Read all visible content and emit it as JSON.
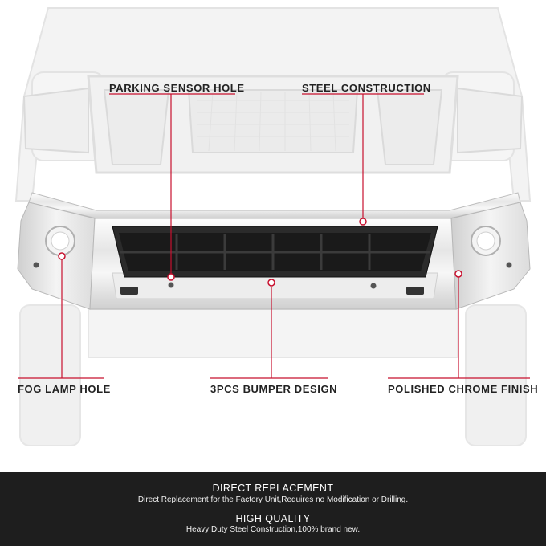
{
  "callouts": {
    "parking_sensor": "PARKING SENSOR HOLE",
    "steel": "STEEL CONSTRUCTION",
    "fog_lamp": "FOG LAMP HOLE",
    "three_piece": "3PCS BUMPER DESIGN",
    "chrome": "POLISHED CHROME FINISH"
  },
  "features": [
    {
      "title": "DIRECT REPLACEMENT",
      "description": "Direct Replacement for the Factory Unit,Requires no Modification or Drilling."
    },
    {
      "title": "HIGH QUALITY",
      "description": "Heavy Duty Steel Construction,100% brand new."
    }
  ],
  "colors": {
    "accent": "#c8102e",
    "footer_bg": "#1e1e1e",
    "ghost_truck": "#e9e9e9"
  }
}
